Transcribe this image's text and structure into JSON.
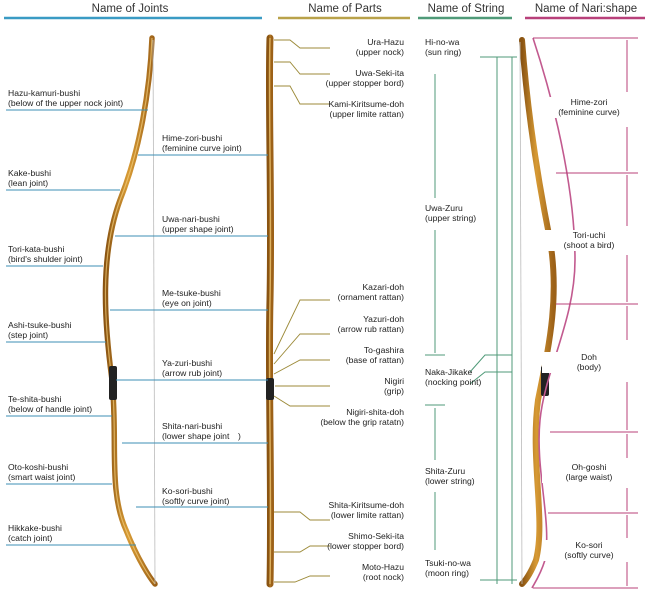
{
  "headers": {
    "joints": "Name of Joints",
    "parts": "Name of Parts",
    "string": "Name of String",
    "shape": "Name of Nari:shape"
  },
  "joints_left": [
    {
      "name": "Hazu-kamuri-bushi",
      "desc": "(below of the upper nock joint)"
    },
    {
      "name": "Kake-bushi",
      "desc": "(lean joint)"
    },
    {
      "name": "Tori-kata-bushi",
      "desc": "(bird's shulder joint)"
    },
    {
      "name": "Ashi-tsuke-bushi",
      "desc": "(step joint)"
    },
    {
      "name": "Te-shita-bushi",
      "desc": "(below of handle joint)"
    },
    {
      "name": "Oto-koshi-bushi",
      "desc": "(smart waist joint)"
    },
    {
      "name": "Hikkake-bushi",
      "desc": "(catch joint)"
    }
  ],
  "joints_middle": [
    {
      "name": "Hime-zori-bushi",
      "desc": "(feminine curve joint)"
    },
    {
      "name": "Uwa-nari-bushi",
      "desc": "(upper shape joint)"
    },
    {
      "name": "Me-tsuke-bushi",
      "desc": "(eye on joint)"
    },
    {
      "name": "Ya-zuri-bushi",
      "desc": "(arrow rub joint)"
    },
    {
      "name": "Shita-nari-bushi",
      "desc": "(lower shape joint　)"
    },
    {
      "name": "Ko-sori-bushi",
      "desc": "(softly curve joint)"
    }
  ],
  "parts": [
    {
      "name": "Ura-Hazu",
      "desc": "(upper nock)"
    },
    {
      "name": "Uwa-Seki-ita",
      "desc": "(upper stopper bord)"
    },
    {
      "name": "Kami-Kiritsume-doh",
      "desc": "(upper limite rattan)"
    },
    {
      "name": "Kazari-doh",
      "desc": "(ornament rattan)"
    },
    {
      "name": "Yazuri-doh",
      "desc": "(arrow rub rattan)"
    },
    {
      "name": "To-gashira",
      "desc": "(base of rattan)"
    },
    {
      "name": "Nigiri",
      "desc": "(grip)"
    },
    {
      "name": "Nigiri-shita-doh",
      "desc": "(below the grip ratatn)"
    },
    {
      "name": "Shita-Kiritsume-doh",
      "desc": "(lower limite rattan)"
    },
    {
      "name": "Shimo-Seki-ita",
      "desc": "(lower stopper bord)"
    },
    {
      "name": "Moto-Hazu",
      "desc": "(root nock)"
    }
  ],
  "string": [
    {
      "name": "Hi-no-wa",
      "desc": "(sun ring)"
    },
    {
      "name": "Uwa-Zuru",
      "desc": "(upper string)"
    },
    {
      "name": "Naka-Jikake",
      "desc": "(nocking point)"
    },
    {
      "name": "Shita-Zuru",
      "desc": "(lower string)"
    },
    {
      "name": "Tsuki-no-wa",
      "desc": "(moon ring)"
    }
  ],
  "shape": [
    {
      "name": "Hime-zori",
      "desc": "(feminine curve)"
    },
    {
      "name": "Tori-uchi",
      "desc": "(shoot a bird)"
    },
    {
      "name": "Doh",
      "desc": "(body)"
    },
    {
      "name": "Oh-goshi",
      "desc": "(large waist)"
    },
    {
      "name": "Ko-sori",
      "desc": "(softly curve)"
    }
  ],
  "colors": {
    "joints_rule": "#3a9bc4",
    "parts_rule": "#b9a24a",
    "string_rule": "#4f9a78",
    "shape_rule": "#b8407a",
    "leader_blue": "#3d8fb5",
    "leader_olive": "#9c8a38",
    "leader_green": "#3f8a66",
    "shape_curve": "#c25a8f",
    "bow_wood": "#c98a25",
    "bow_dark": "#8a5412",
    "grip": "#222222"
  }
}
